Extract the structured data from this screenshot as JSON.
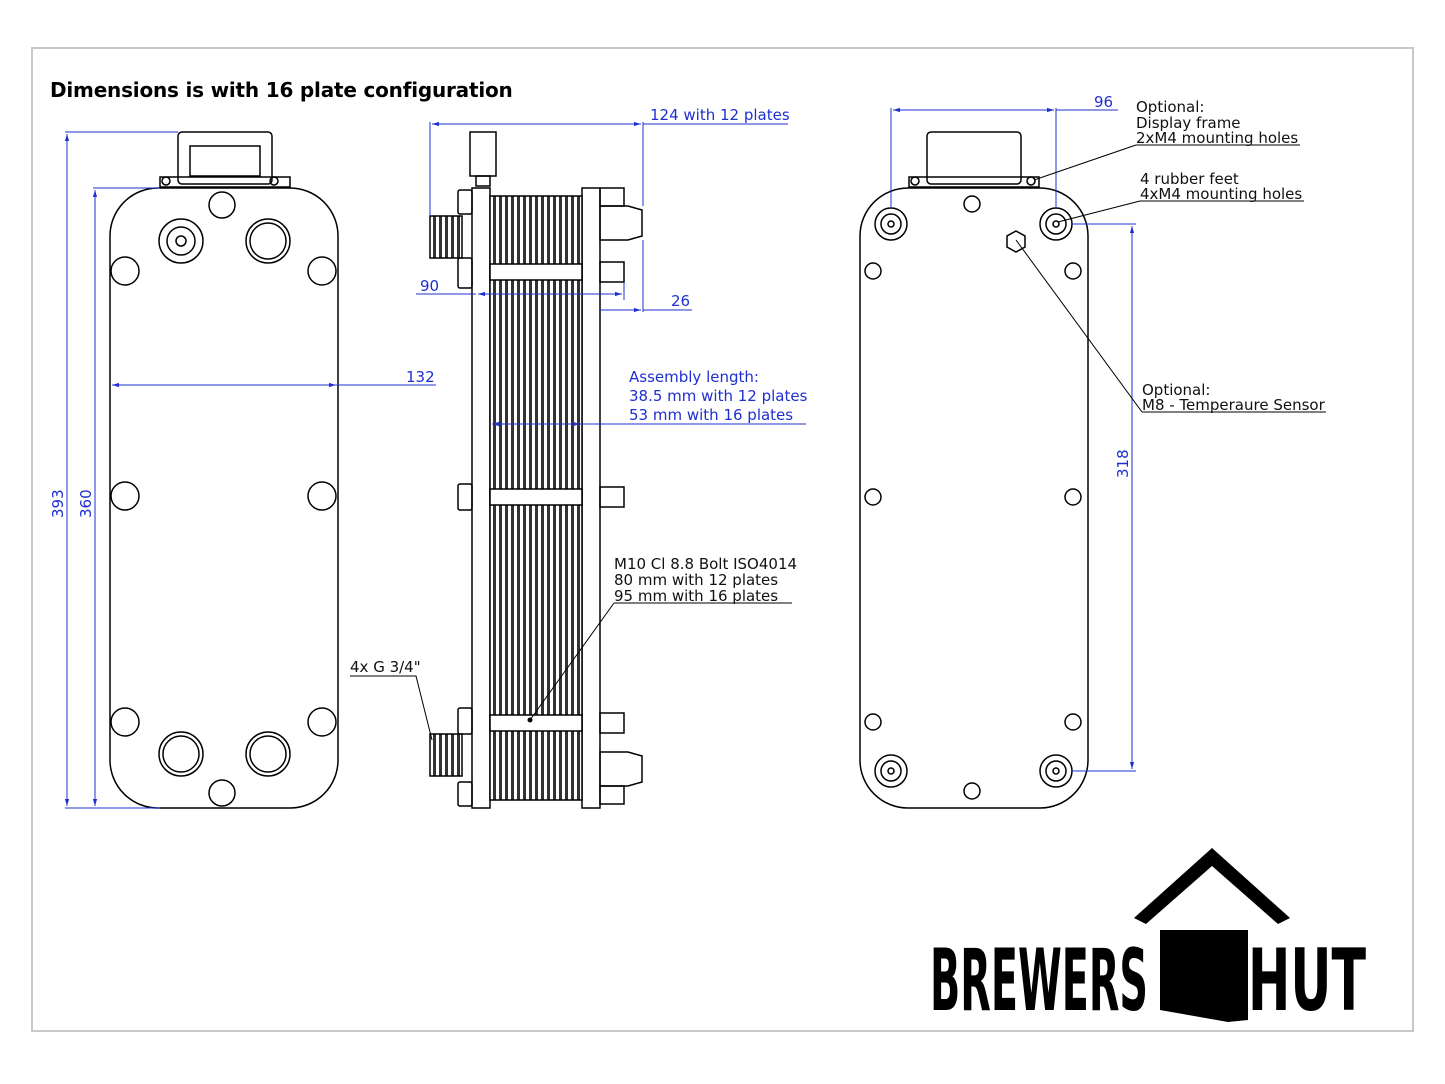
{
  "title": "Dimensions is with 16 plate configuration",
  "colors": {
    "dimension": "#1f2fd0",
    "outline": "#000000",
    "frame": "#c8c8c8"
  },
  "front_view": {
    "height_overall": "393",
    "height_plate": "360",
    "width_plate": "132"
  },
  "side_view": {
    "width_12_plates": "124 with 12 plates",
    "port_offset": "90",
    "foot_offset": "26",
    "assembly": [
      "Assembly length:",
      "38.5 mm with 12 plates",
      "53 mm with 16 plates"
    ],
    "bolt": [
      "M10 Cl 8.8 Bolt ISO4014",
      "80 mm with 12 plates",
      "95 mm with 16 plates"
    ],
    "ports": "4x G 3/4\""
  },
  "back_view": {
    "hole_spacing_width": "96",
    "hole_spacing_height": "318",
    "display_frame": [
      "Optional:",
      "Display frame",
      "2xM4 mounting holes"
    ],
    "rubber_feet": [
      "4 rubber feet",
      "4xM4 mounting holes"
    ],
    "sensor": [
      "Optional:",
      "M8 - Temperaure Sensor"
    ]
  },
  "logo": {
    "left": "BREWERS",
    "right": "HUT"
  }
}
